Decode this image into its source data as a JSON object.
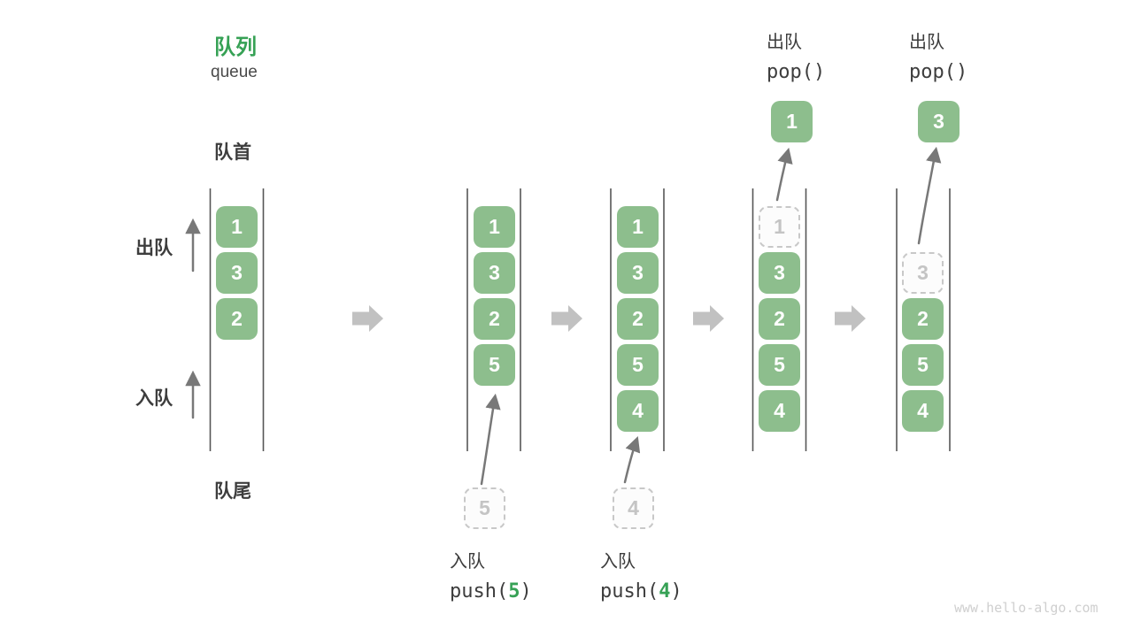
{
  "labels": {
    "title_zh": "队列",
    "title_en": "queue",
    "front": "队首",
    "rear": "队尾",
    "dequeue": "出队",
    "enqueue": "入队"
  },
  "states": [
    {
      "queue": [
        "1",
        "3",
        "2"
      ]
    },
    {
      "queue": [
        "1",
        "3",
        "2",
        "5"
      ],
      "staged": "5"
    },
    {
      "queue": [
        "1",
        "3",
        "2",
        "5",
        "4"
      ],
      "staged": "4"
    },
    {
      "queue": [
        "3",
        "2",
        "5",
        "4"
      ],
      "ghost": "1",
      "popped": "1"
    },
    {
      "queue": [
        "2",
        "5",
        "4"
      ],
      "ghost": "3",
      "popped": "3"
    }
  ],
  "operations": {
    "push5": {
      "name": "入队",
      "call_prefix": "push(",
      "arg": "5",
      "call_suffix": ")"
    },
    "push4": {
      "name": "入队",
      "call_prefix": "push(",
      "arg": "4",
      "call_suffix": ")"
    },
    "pop1": {
      "name": "出队",
      "call": "pop()"
    },
    "pop2": {
      "name": "出队",
      "call": "pop()"
    }
  },
  "watermark": {
    "text": "www.hello-algo.com"
  },
  "colors": {
    "item_green": "#8DBE8D",
    "accent_green": "#36A155",
    "dark_text": "#3D3D3D",
    "track_gray": "#565656",
    "thin_arrow_gray": "#787878",
    "block_arrow_gray": "#C1C1C1",
    "dashed_border": "#C8C8C8",
    "watermark_gray": "#CFCFCF"
  }
}
